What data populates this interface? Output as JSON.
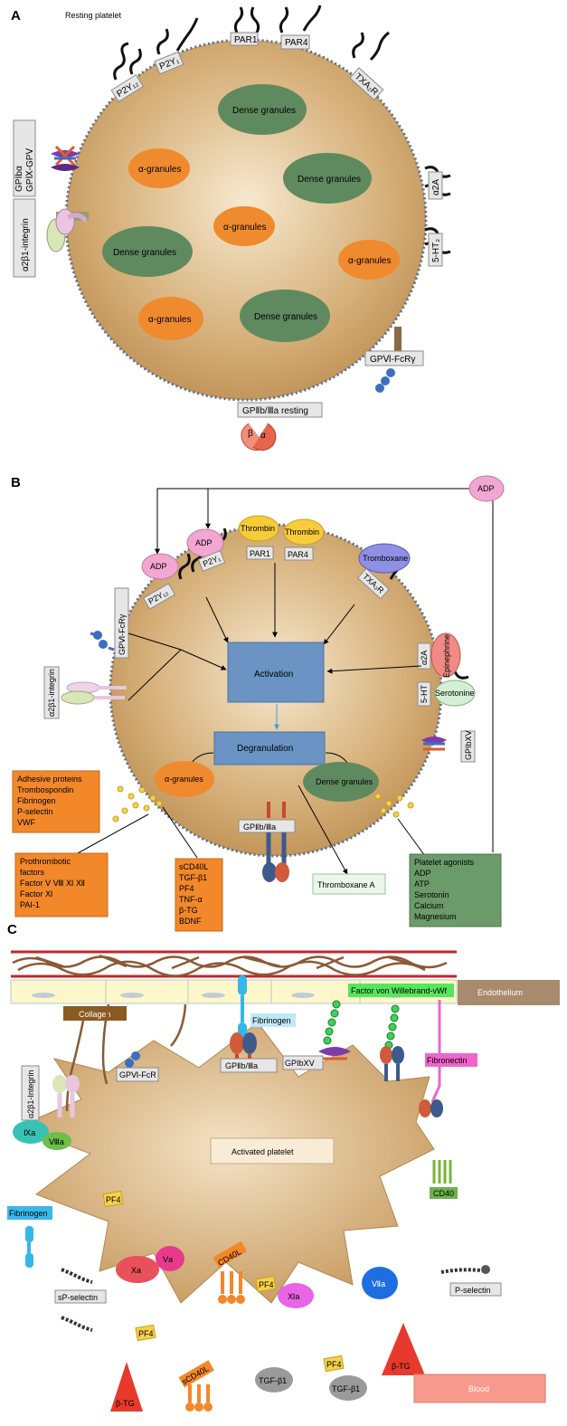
{
  "panel_a": {
    "letter": "A",
    "title": "Resting platelet",
    "receptors": {
      "par1": "PAR1",
      "par4": "PAR4",
      "p2y1": "P2Y₁",
      "p2y12": "P2Y₁₂",
      "txa2r": "TXA₂R",
      "alpha2a": "α2A",
      "ht2": "5-HT₂",
      "gpvi": "GPⅥ-FcRγ",
      "gpiib": "GPⅡb/Ⅲa resting",
      "gpib_line1": "GPⅠbα",
      "gpib_line2": "GPⅨ-GPⅤ",
      "integrin": "α2β1-integrin",
      "beta": "β",
      "alpha": "α"
    },
    "granules": {
      "dense": "Dense granules",
      "alpha": "α-granules"
    }
  },
  "panel_b": {
    "letter": "B",
    "agonists": {
      "adp": "ADP",
      "thrombin": "Thrombin",
      "tromboxane": "Tromboxane",
      "epinephrine": "Epinephrine",
      "serotonine": "Serotonine"
    },
    "receptors": {
      "par1": "PAR1",
      "par4": "PAR4",
      "p2y1": "P2Y₁",
      "p2y12": "P2Y₁₂",
      "txa2r": "TXA₂R",
      "alpha2a": "α2A",
      "ht": "5-HT",
      "gpvi": "GPⅥ-FcRγ",
      "integrin": "α2β1-integrin",
      "gpib": "GPIbⅩⅤ",
      "gpiib": "GPⅡb/Ⅲa"
    },
    "activation": "Activation",
    "degranulation": "Degranulation",
    "alpha_granules": "α-granules",
    "dense_granules": "Dense granules",
    "adhesive_box": [
      "Adhesive proteins",
      "Trombospondin",
      "Fibrinogen",
      "P-selectin",
      "VWF"
    ],
    "prothrombotic_box": [
      "Prothrombotic",
      "factors",
      "Factor Ⅴ Ⅷ Ⅺ Ⅻ",
      "Factor Ⅺ",
      "PAI-1"
    ],
    "cytokine_box": [
      "sCD40L",
      "TGF-β1",
      "PF4",
      "TNF-α",
      "β-TG",
      "BDNF"
    ],
    "thromboxane_a": "Thromboxane A",
    "agonist_box": [
      "Platelet agonists",
      "ADP",
      "ATP",
      "Serotonin",
      "Calcium",
      "Magnesium"
    ]
  },
  "panel_c": {
    "letter": "C",
    "collagen": "Collagen",
    "fibrinogen_top": "Fibrinogen",
    "vwf": "Factor von Willebrand-vWf",
    "endothelium": "Endothelium",
    "integrin": "α2β1-Integrin",
    "gpvi": "GPⅥ-FcR",
    "gpiib": "GPⅡb/Ⅲa",
    "gpib": "GPIbⅩⅤ",
    "fibronectin": "Fibronectin",
    "cd40": "CD40",
    "ixa": "Ⅸa",
    "viiia": "Ⅷa",
    "activated": "Activated platelet",
    "pf4": "PF4",
    "fibrinogen_left": "Fibrinogen",
    "xa": "Xa",
    "va": "Ⅴa",
    "cd40l": "CD40L",
    "xia": "Ⅺa",
    "viia": "Ⅶa",
    "sp_selectin": "sP-selectin",
    "p_selectin": "P-selectin",
    "scd40l": "sCD40L",
    "btg": "β-TG",
    "tgf": "TGF-β1",
    "blood": "Blood"
  },
  "colors": {
    "cell": "#c9a46a",
    "cell_light": "#f3dfb8",
    "membrane_dots": "#5a6f8c",
    "dense": "#5f8a5f",
    "alpha": "#f08a2e",
    "box_blue": "#6b93c4",
    "orange_box": "#f2882a",
    "green_box": "#6b9a6b",
    "adp": "#f2a6d2",
    "thrombin": "#f6cc3a",
    "tromboxane": "#8f8fe6",
    "epinephrine": "#f08a84",
    "serotonine": "#d4f0d4",
    "vwf_green": "#3fd15a",
    "fibronectin": "#ee66cc",
    "endothelium": "#a88b6c",
    "blood": "#f59a8c",
    "vessel_red": "#c0272d"
  }
}
